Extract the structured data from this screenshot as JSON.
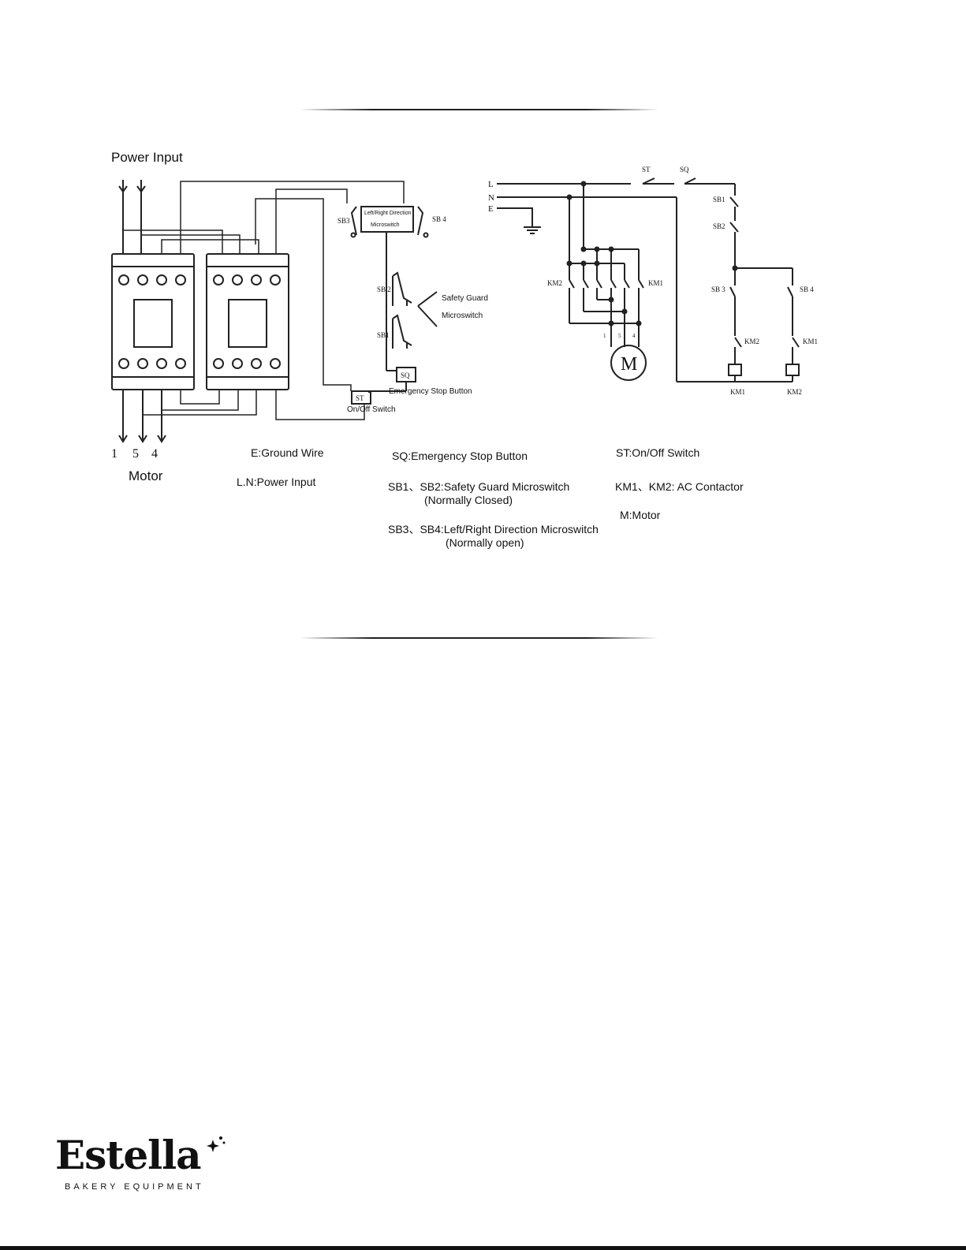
{
  "diagram": {
    "power_input": "Power Input",
    "motor_label": "Motor",
    "motor_terminals": [
      "1",
      "5",
      "4"
    ],
    "lr_switch_top": "Left/Right Direction",
    "lr_switch_bottom": "Microswitch",
    "sb3": "SB3",
    "sb4": "SB 4",
    "sb2": "SB 2",
    "sb1": "SB1",
    "safety_guard_1": "Safety Guard",
    "safety_guard_2": "Microswitch",
    "sq": "SQ",
    "st": "ST",
    "emergency_stop": "Emergency Stop Button",
    "onoff": "On/Off Switch",
    "line_L": "L",
    "line_N": "N",
    "line_E": "E",
    "st_top": "ST",
    "sq_top": "SQ",
    "sb1_r": "SB1",
    "sb2_r": "SB2",
    "sb3_r": "SB 3",
    "sb4_r": "SB 4",
    "km2_left": "KM2",
    "km1_right": "KM1",
    "km1_contact": "KM2",
    "km2_contact": "KM1",
    "km1_coil": "KM1",
    "km2_coil": "KM2",
    "motor_M": "M",
    "terminals_small": [
      "1",
      "5",
      "4"
    ]
  },
  "legend": {
    "e": "E:Ground Wire",
    "ln": "L.N:Power Input",
    "sq": "SQ:Emergency Stop Button",
    "sb12": "SB1、SB2:Safety Guard Microswitch",
    "sb12_note": "(Normally Closed)",
    "sb34": "SB3、SB4:Left/Right Direction Microswitch",
    "sb34_note": "(Normally open)",
    "st": "ST:On/Off Switch",
    "km": "KM1、KM2: AC Contactor",
    "m": "M:Motor"
  },
  "logo": {
    "name": "Estella",
    "tagline": "BAKERY EQUIPMENT"
  }
}
